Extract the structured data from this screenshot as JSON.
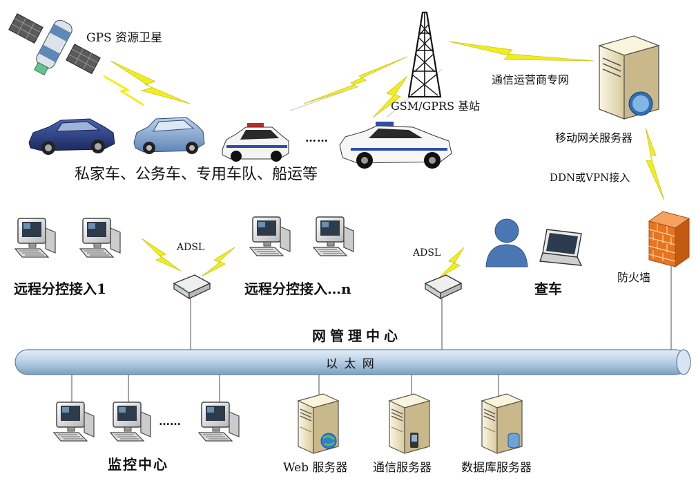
{
  "labels": {
    "gps_satellite": "GPS 资源卫星",
    "base_station": "GSM/GPRS 基站",
    "carrier_network": "通信运营商专网",
    "gateway_server": "移动网关服务器",
    "ddn_vpn": "DDN或VPN接入",
    "firewall": "防火墙",
    "vehicles": "私家车、公务车、专用车队、船运等",
    "ellipsis": "……",
    "remote_access_1": "远程分控接入1",
    "remote_access_n": "远程分控接入…n",
    "adsl_left": "ADSL",
    "adsl_right": "ADSL",
    "vehicle_check": "查车",
    "management_center": "网管理中心",
    "ethernet": "以 太 网",
    "monitor_center": "监控中心",
    "monitor_dots": "……",
    "web_server": "Web 服务器",
    "comm_server": "通信服务器",
    "db_server": "数据库服务器"
  },
  "icons": [
    "satellite-icon",
    "cell-tower-icon",
    "server-icon",
    "firewall-icon",
    "car-icon",
    "police-car-icon",
    "desktop-computer-icon",
    "modem-icon",
    "user-icon",
    "laptop-icon",
    "globe-icon"
  ],
  "colors": {
    "lightning": "#f2ee1c",
    "bus": "#b9d1e6",
    "server": "#f0e6c6",
    "firewall": "#e7741e",
    "car_blue": "#2d3f7f",
    "user_blue": "#4a77b4"
  }
}
